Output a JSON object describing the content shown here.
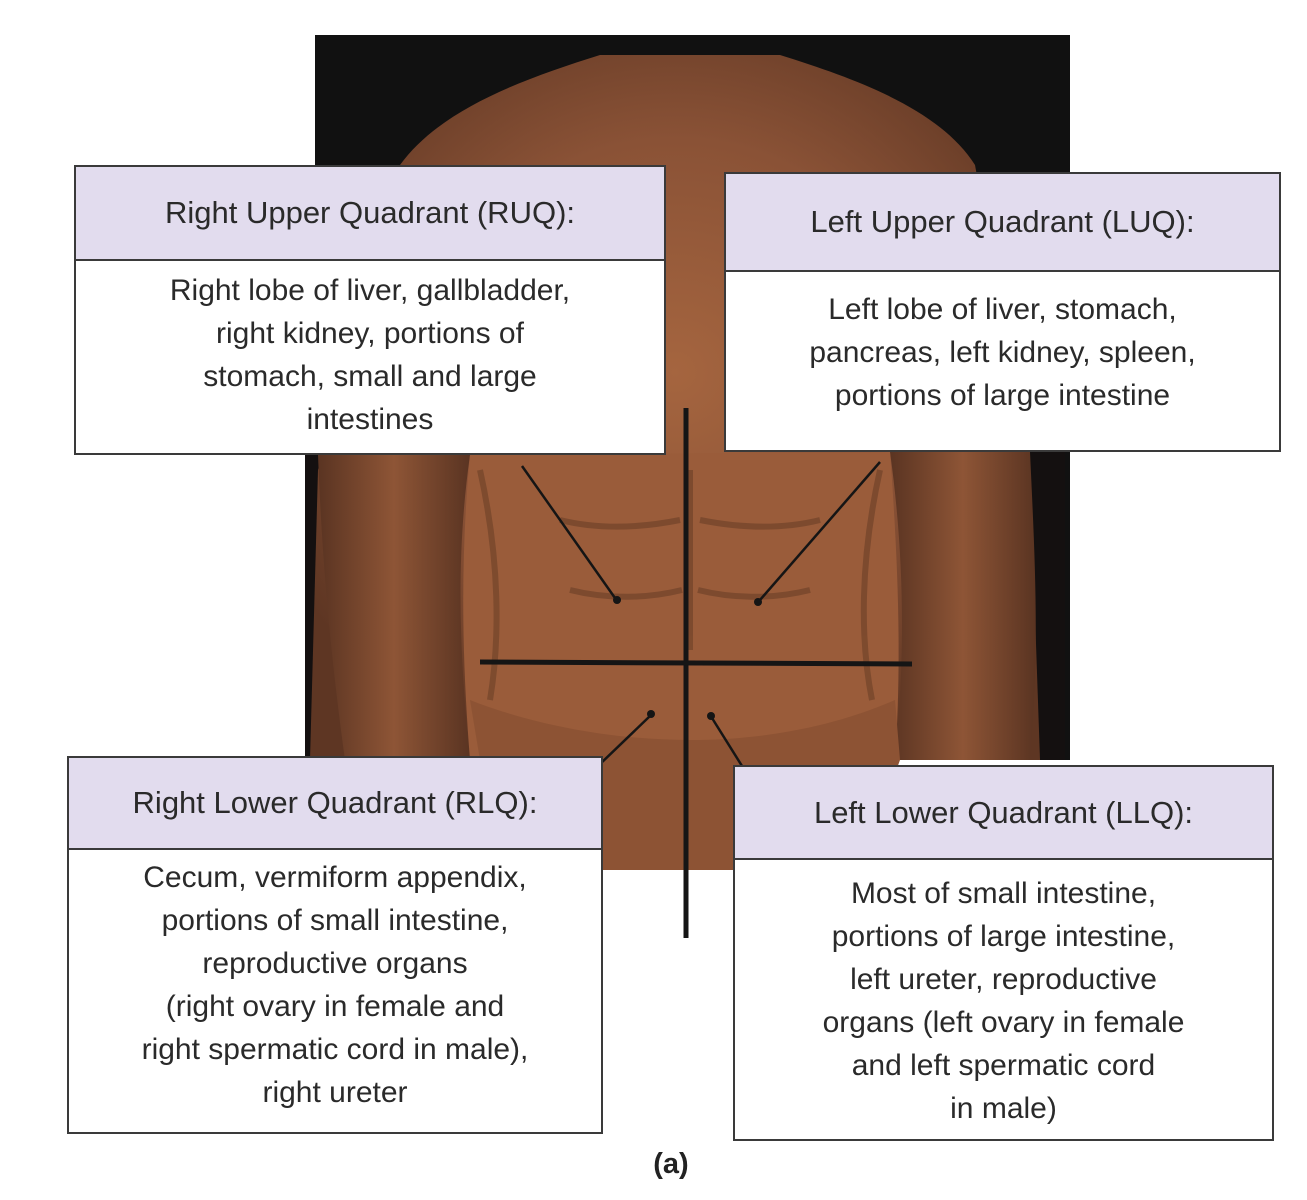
{
  "figure_label": "(a)",
  "quadrants": {
    "ruq": {
      "heading": "Right Upper Quadrant  (RUQ):",
      "lines": [
        "Right lobe of liver, gallbladder,",
        "right kidney, portions of",
        "stomach, small and large",
        "intestines"
      ]
    },
    "luq": {
      "heading": "Left Upper Quadrant  (LUQ):",
      "lines": [
        "Left lobe of liver, stomach,",
        "pancreas, left kidney, spleen,",
        "portions of large intestine"
      ]
    },
    "rlq": {
      "heading": "Right Lower Quadrant  (RLQ):",
      "lines": [
        "Cecum, vermiform appendix,",
        "portions of small intestine,",
        "reproductive organs",
        "(right ovary in female and",
        "right spermatic cord in male),",
        "right ureter"
      ]
    },
    "llq": {
      "heading": "Left Lower Quadrant  (LLQ):",
      "lines": [
        "Most of small intestine,",
        "portions of large intestine,",
        "left ureter, reproductive",
        "organs (left ovary in female",
        "and left spermatic cord",
        "in male)"
      ]
    }
  },
  "colors": {
    "heading_bg": "#e2dcee",
    "border": "#3a3a3a",
    "backdrop": "#111111",
    "skin": "#8a5236"
  }
}
